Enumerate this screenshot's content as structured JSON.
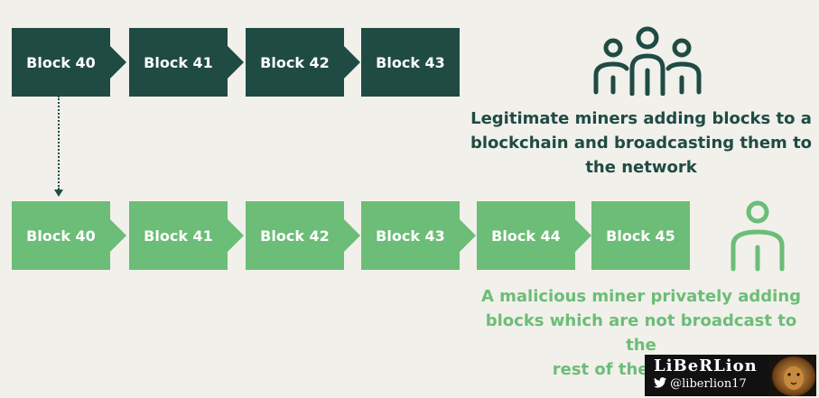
{
  "legit_chain": {
    "blocks": [
      "Block 40",
      "Block 41",
      "Block 42",
      "Block 43"
    ],
    "caption_lines": [
      "Legitimate miners adding blocks to a",
      "blockchain and broadcasting them to",
      "the network"
    ]
  },
  "malicious_chain": {
    "blocks": [
      "Block 40",
      "Block 41",
      "Block 42",
      "Block 43",
      "Block 44",
      "Block 45"
    ],
    "caption_lines": [
      "A malicious miner privately adding",
      "blocks which are not broadcast to the",
      "rest of the network"
    ]
  },
  "watermark": {
    "name": "LiBeRLion",
    "handle": "@liberlion17"
  },
  "colors": {
    "dark_green": "#1f4b43",
    "light_green": "#6cbd77",
    "background": "#f1f0eb"
  },
  "icons": {
    "group": "group-of-people-icon",
    "person": "single-person-icon",
    "twitter": "twitter-bird-icon",
    "lion": "lion-head-icon"
  }
}
